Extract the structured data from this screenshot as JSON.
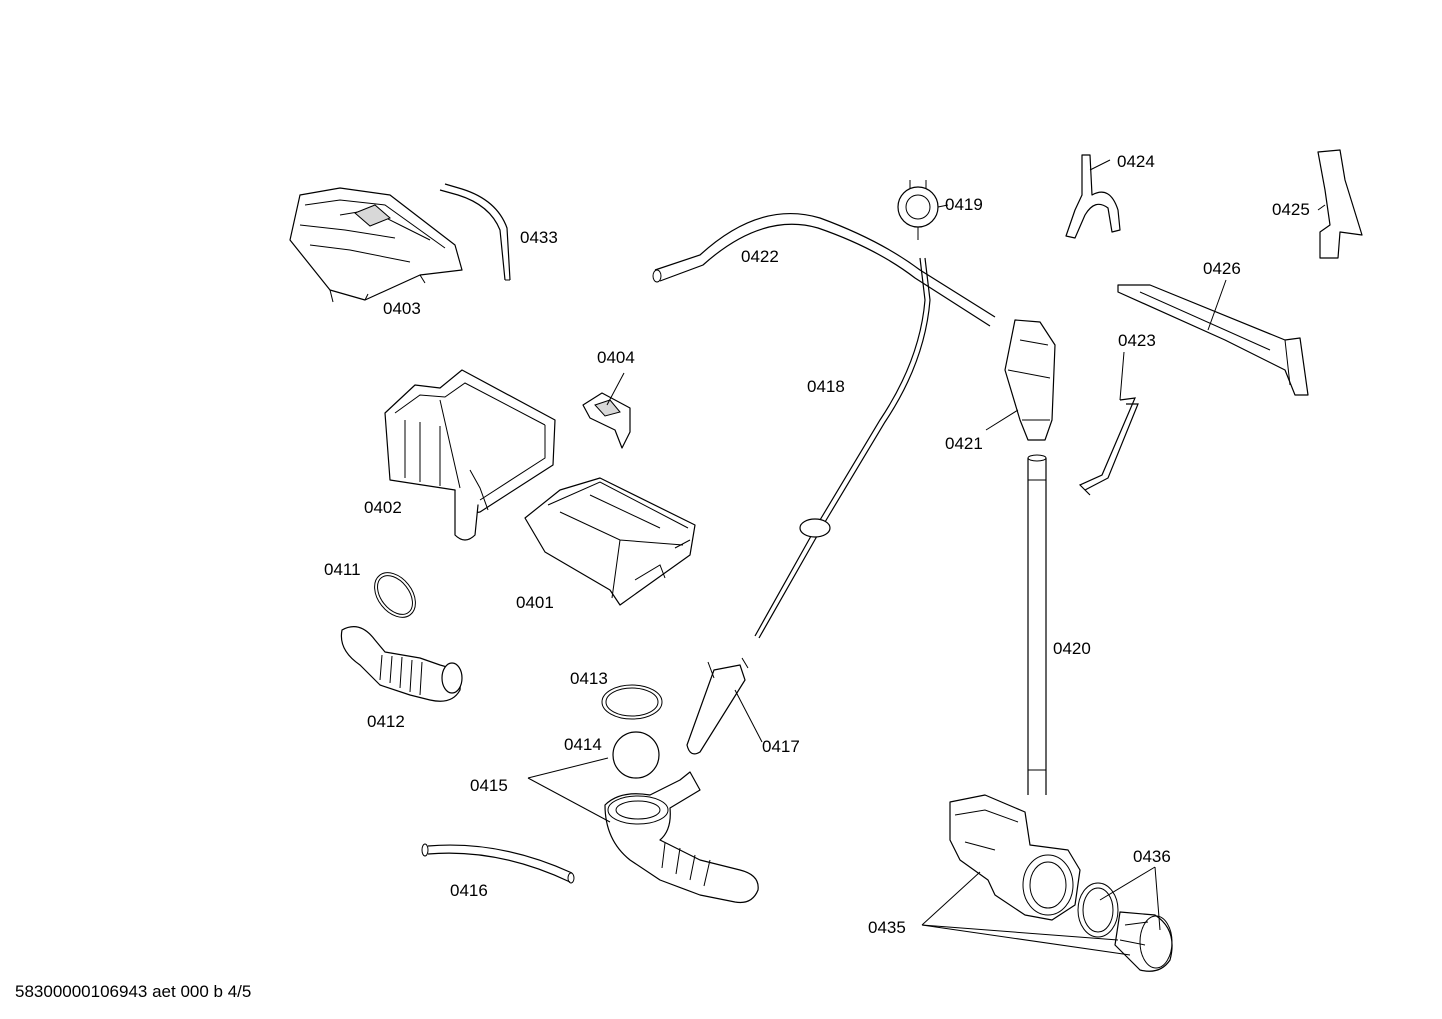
{
  "labels": {
    "p0401": "0401",
    "p0402": "0402",
    "p0403": "0403",
    "p0404": "0404",
    "p0411": "0411",
    "p0412": "0412",
    "p0413": "0413",
    "p0414": "0414",
    "p0415": "0415",
    "p0416": "0416",
    "p0417": "0417",
    "p0418": "0418",
    "p0419": "0419",
    "p0420": "0420",
    "p0421": "0421",
    "p0422": "0422",
    "p0423": "0423",
    "p0424": "0424",
    "p0425": "0425",
    "p0426": "0426",
    "p0433": "0433",
    "p0435": "0435",
    "p0436": "0436"
  },
  "footer": "58300000106943 aet 000 b 4/5"
}
